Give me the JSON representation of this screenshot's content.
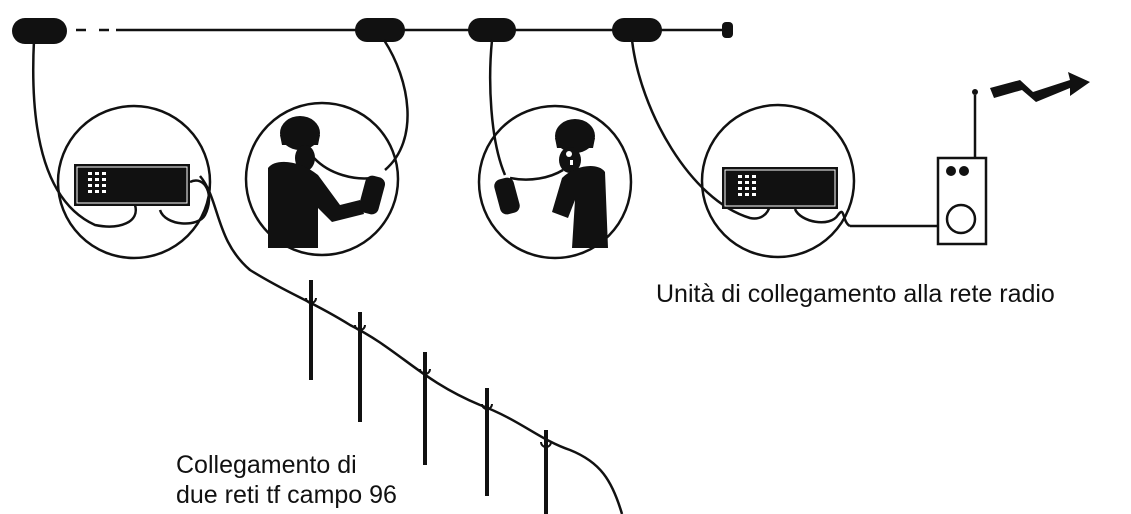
{
  "labels": {
    "radio_link_unit": "Unità di collegamento alla rete radio",
    "field_link_line1": "Collegamento di",
    "field_link_line2": "due reti tf campo 96"
  },
  "colors": {
    "ink": "#111111",
    "background": "#ffffff"
  },
  "icons": {
    "cable_connector": "connector-icon",
    "switchboard": "switchboard-icon",
    "soldier_with_field_phone": "soldier-phone-icon",
    "radio_unit": "radio-unit-icon",
    "radio_signal": "lightning-bolt-icon",
    "pole": "pole-icon"
  }
}
